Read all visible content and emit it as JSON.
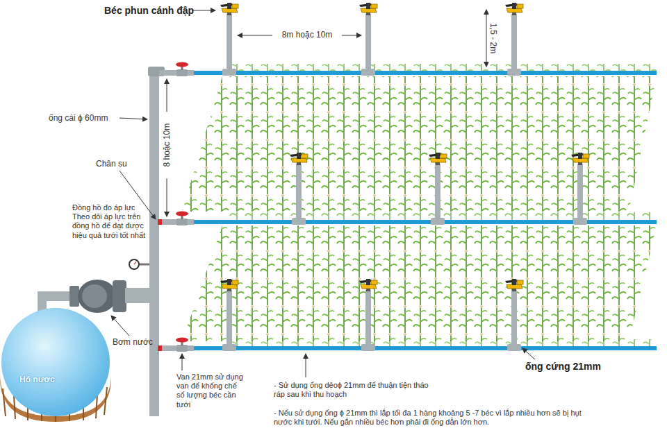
{
  "diagram": {
    "nodes": [
      {
        "text": [
          "Hồ nước"
        ]
      }
    ],
    "labels": [
      "Béc phun cánh đập",
      "8m hoặc 10m",
      "1,5 - 2m",
      "ống cái ϕ 60mm",
      "8 hoặc 10m",
      "Chân su",
      "Đồng hồ đo áp lực Theo dõi áp lực trên đồng hồ để đạt được hiệu quả tưới tốt nhất",
      "Bơm nước",
      "Van 21mm sử dụng van để khống chế số lượng béc cần tưới",
      "ống cứng 21mm",
      "- Sử dụng ống dẻoϕ 21mm để thuận tiện tháo ráp sau khi thu hoạch",
      "- Nếu sử dụng ống ϕ 21mm thì lắp tối đa 1 hàng khoảng 5 -7 béc vì lắp nhiều hơn sẽ bị hụt nước khi tưới. Nếu gắn nhiều béc hơn phải đi ống dẫn lớn hơn."
    ]
  }
}
